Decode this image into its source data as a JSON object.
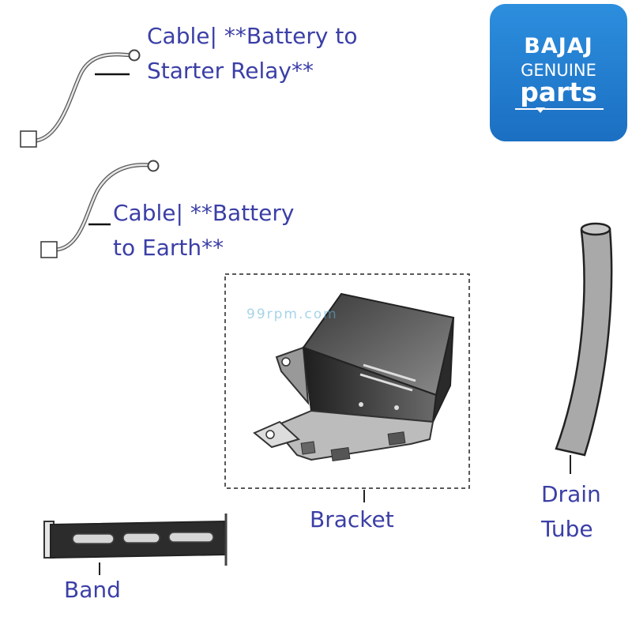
{
  "logo": {
    "brand": "BAJAJ",
    "line2": "GENUINE",
    "line3": "parts",
    "bg_color": "#1b6fc2"
  },
  "labels": {
    "cable_relay": [
      "Cable| **Battery to",
      "Starter Relay**"
    ],
    "cable_earth": [
      "Cable| **Battery",
      "to Earth**"
    ],
    "bracket": "Bracket",
    "drain_tube": [
      "Drain",
      "Tube"
    ],
    "band": "Band"
  },
  "watermark": "99rpm.com",
  "label_color": "#3b3fa6"
}
